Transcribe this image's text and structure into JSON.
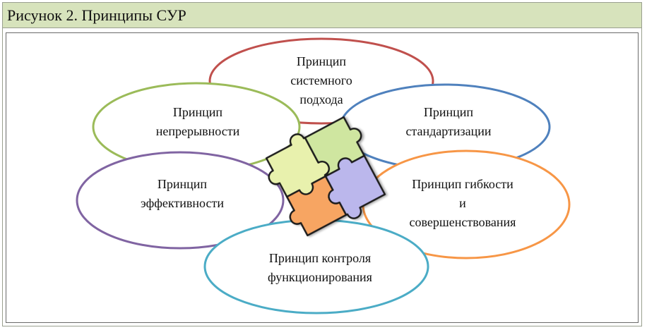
{
  "figure": {
    "caption": "Рисунок 2. Принципы СУР"
  },
  "principles": {
    "systemic": {
      "line1": "Принцип",
      "line2": "системного",
      "line3": "подхода",
      "color": "#c0504d"
    },
    "continuity": {
      "line1": "Принцип",
      "line2": "непрерывности",
      "color": "#9bbb59"
    },
    "standardization": {
      "line1": "Принцип",
      "line2": "стандартизации",
      "color": "#4f81bd"
    },
    "efficiency": {
      "line1": "Принцип",
      "line2": "эффективности",
      "color": "#8064a2"
    },
    "flexibility": {
      "line1": "Принцип гибкости",
      "line2": "и",
      "line3": "совершенствования",
      "color": "#f79646"
    },
    "control": {
      "line1": "Принцип контроля",
      "line2": "функционирования",
      "color": "#4bacc6"
    }
  },
  "puzzle": {
    "colors": [
      "#e6f0a8",
      "#c9e39a",
      "#f5a25d",
      "#b9b5ea"
    ]
  }
}
